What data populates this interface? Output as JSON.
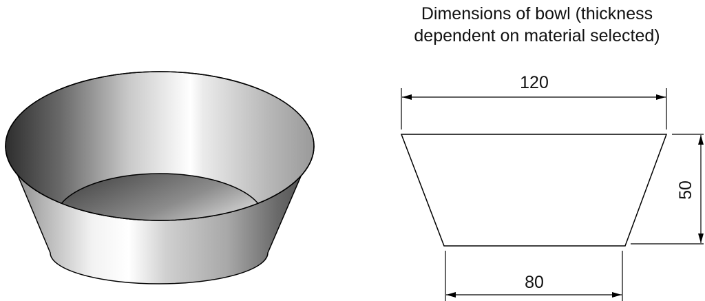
{
  "caption": {
    "line1": "Dimensions of bowl (thickness",
    "line2": "dependent on material selected)"
  },
  "dimensions": {
    "top_width": "120",
    "bottom_width": "80",
    "height": "50"
  }
}
